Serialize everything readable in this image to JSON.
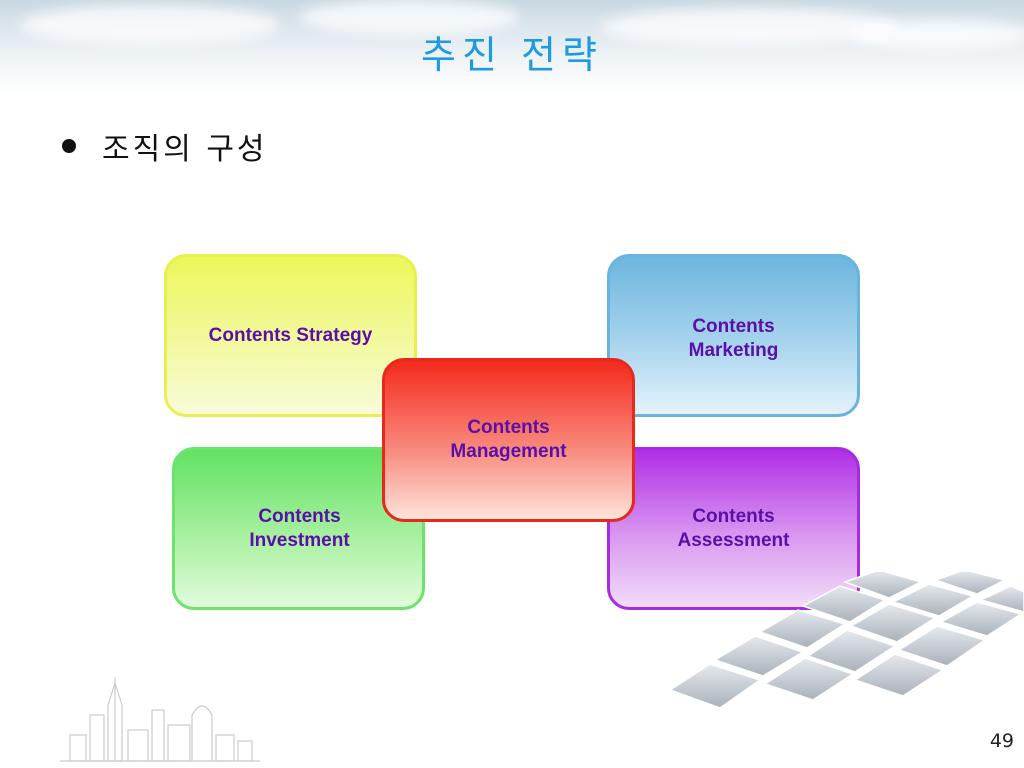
{
  "slide": {
    "title": "추진 전략",
    "bullet": "조직의 구성",
    "page_number": "49"
  },
  "diagram": {
    "boxes": {
      "strategy": {
        "label": "Contents Strategy",
        "color": "#ecf75a"
      },
      "marketing": {
        "label": "Contents\nMarketing",
        "color": "#6cb6de"
      },
      "management": {
        "label": "Contents\nManagement",
        "color": "#f42a1c"
      },
      "investment": {
        "label": "Contents\nInvestment",
        "color": "#62e262"
      },
      "assessment": {
        "label": "Contents\nAssessment",
        "color": "#b02ee6"
      }
    },
    "text_color": "#5a10a8"
  },
  "theme": {
    "title_color": "#1e9be0"
  }
}
